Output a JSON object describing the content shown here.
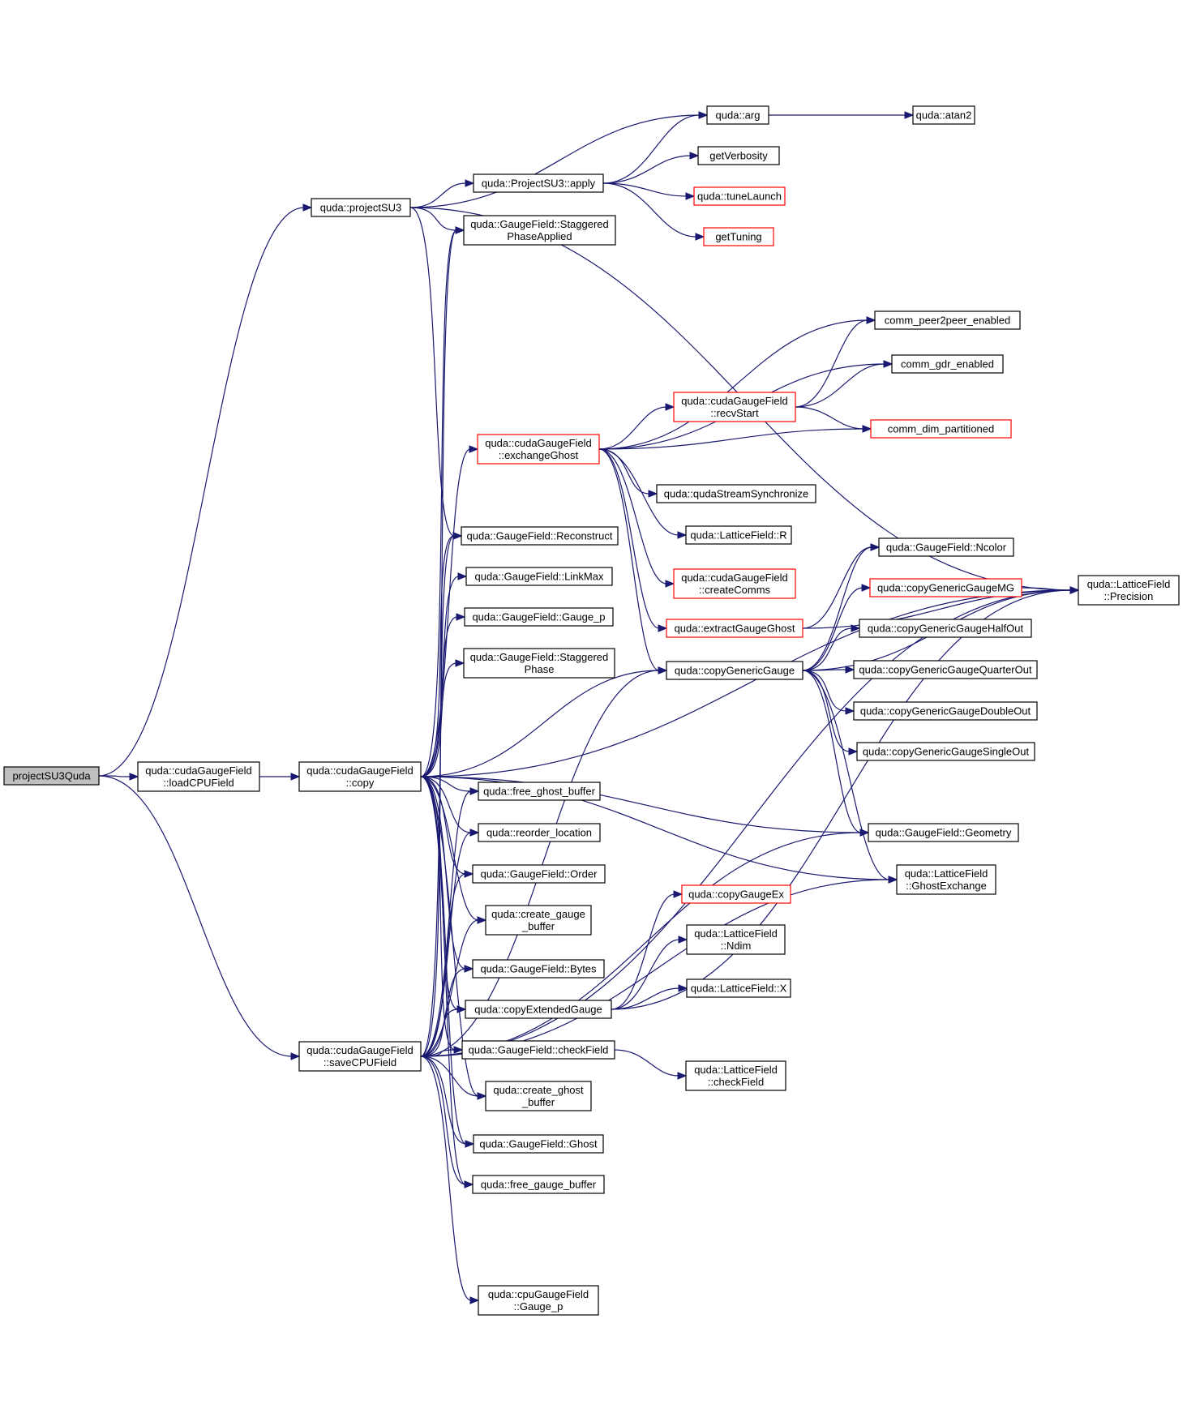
{
  "colors": {
    "edge": "#191970",
    "border_default": "#000000",
    "border_truncated": "#ff0000",
    "root_fill": "#bfbfbf",
    "node_fill": "#ffffff"
  },
  "nodes": [
    {
      "id": "root",
      "lines": [
        "projectSU3Quda"
      ],
      "style": "root"
    },
    {
      "id": "loadcpu",
      "lines": [
        "quda::cudaGaugeField",
        "::loadCPUField"
      ]
    },
    {
      "id": "savecpu",
      "lines": [
        "quda::cudaGaugeField",
        "::saveCPUField"
      ]
    },
    {
      "id": "projectsu3",
      "lines": [
        "quda::projectSU3"
      ]
    },
    {
      "id": "copy",
      "lines": [
        "quda::cudaGaugeField",
        "::copy"
      ]
    },
    {
      "id": "arg",
      "lines": [
        "quda::arg"
      ]
    },
    {
      "id": "atan2",
      "lines": [
        "quda::atan2"
      ]
    },
    {
      "id": "apply",
      "lines": [
        "quda::ProjectSU3::apply"
      ]
    },
    {
      "id": "getverbosity",
      "lines": [
        "getVerbosity"
      ]
    },
    {
      "id": "tunelaunch",
      "lines": [
        "quda::tuneLaunch"
      ],
      "style": "red"
    },
    {
      "id": "gettuning",
      "lines": [
        "getTuning"
      ],
      "style": "red"
    },
    {
      "id": "stagphaseapplied",
      "lines": [
        "quda::GaugeField::Staggered",
        "PhaseApplied"
      ]
    },
    {
      "id": "precision",
      "lines": [
        "quda::LatticeField",
        "::Precision"
      ]
    },
    {
      "id": "p2p",
      "lines": [
        "comm_peer2peer_enabled"
      ]
    },
    {
      "id": "gdr",
      "lines": [
        "comm_gdr_enabled"
      ]
    },
    {
      "id": "recvstart",
      "lines": [
        "quda::cudaGaugeField",
        "::recvStart"
      ],
      "style": "red"
    },
    {
      "id": "dimpart",
      "lines": [
        "comm_dim_partitioned"
      ],
      "style": "red"
    },
    {
      "id": "exchangeghost",
      "lines": [
        "quda::cudaGaugeField",
        "::exchangeGhost"
      ],
      "style": "red"
    },
    {
      "id": "streamsync",
      "lines": [
        "quda::qudaStreamSynchronize"
      ]
    },
    {
      "id": "lfr",
      "lines": [
        "quda::LatticeField::R"
      ]
    },
    {
      "id": "reconstruct",
      "lines": [
        "quda::GaugeField::Reconstruct"
      ]
    },
    {
      "id": "linkmax",
      "lines": [
        "quda::GaugeField::LinkMax"
      ]
    },
    {
      "id": "gaugep",
      "lines": [
        "quda::GaugeField::Gauge_p"
      ]
    },
    {
      "id": "stagphase",
      "lines": [
        "quda::GaugeField::Staggered",
        "Phase"
      ]
    },
    {
      "id": "createcomms",
      "lines": [
        "quda::cudaGaugeField",
        "::createComms"
      ],
      "style": "red"
    },
    {
      "id": "ncolor",
      "lines": [
        "quda::GaugeField::Ncolor"
      ]
    },
    {
      "id": "cgmg",
      "lines": [
        "quda::copyGenericGaugeMG"
      ],
      "style": "red"
    },
    {
      "id": "extractghost",
      "lines": [
        "quda::extractGaugeGhost"
      ],
      "style": "red"
    },
    {
      "id": "cghalf",
      "lines": [
        "quda::copyGenericGaugeHalfOut"
      ]
    },
    {
      "id": "copygeneric",
      "lines": [
        "quda::copyGenericGauge"
      ]
    },
    {
      "id": "cgquarter",
      "lines": [
        "quda::copyGenericGaugeQuarterOut"
      ]
    },
    {
      "id": "cgdouble",
      "lines": [
        "quda::copyGenericGaugeDoubleOut"
      ]
    },
    {
      "id": "cgsingle",
      "lines": [
        "quda::copyGenericGaugeSingleOut"
      ]
    },
    {
      "id": "freeghost",
      "lines": [
        "quda::free_ghost_buffer"
      ]
    },
    {
      "id": "reorder",
      "lines": [
        "quda::reorder_location"
      ]
    },
    {
      "id": "geometry",
      "lines": [
        "quda::GaugeField::Geometry"
      ]
    },
    {
      "id": "ghostexchange",
      "lines": [
        "quda::LatticeField",
        "::GhostExchange"
      ]
    },
    {
      "id": "order",
      "lines": [
        "quda::GaugeField::Order"
      ]
    },
    {
      "id": "copygaugeex",
      "lines": [
        "quda::copyGaugeEx"
      ],
      "style": "red"
    },
    {
      "id": "creategauge",
      "lines": [
        "quda::create_gauge",
        "_buffer"
      ]
    },
    {
      "id": "ndim",
      "lines": [
        "quda::LatticeField",
        "::Ndim"
      ]
    },
    {
      "id": "bytes",
      "lines": [
        "quda::GaugeField::Bytes"
      ]
    },
    {
      "id": "lfx",
      "lines": [
        "quda::LatticeField::X"
      ]
    },
    {
      "id": "copyext",
      "lines": [
        "quda::copyExtendedGauge"
      ]
    },
    {
      "id": "checkfield",
      "lines": [
        "quda::GaugeField::checkField"
      ]
    },
    {
      "id": "lfcheck",
      "lines": [
        "quda::LatticeField",
        "::checkField"
      ]
    },
    {
      "id": "createghost",
      "lines": [
        "quda::create_ghost",
        "_buffer"
      ]
    },
    {
      "id": "ghost",
      "lines": [
        "quda::GaugeField::Ghost"
      ]
    },
    {
      "id": "freegauge",
      "lines": [
        "quda::free_gauge_buffer"
      ]
    },
    {
      "id": "cpugaugep",
      "lines": [
        "quda::cpuGaugeField",
        "::Gauge_p"
      ]
    }
  ],
  "edges": [
    [
      "root",
      "projectsu3"
    ],
    [
      "root",
      "loadcpu"
    ],
    [
      "root",
      "savecpu"
    ],
    [
      "projectsu3",
      "arg"
    ],
    [
      "projectsu3",
      "apply"
    ],
    [
      "projectsu3",
      "stagphaseapplied"
    ],
    [
      "projectsu3",
      "precision"
    ],
    [
      "projectsu3",
      "reconstruct"
    ],
    [
      "arg",
      "atan2"
    ],
    [
      "apply",
      "arg"
    ],
    [
      "apply",
      "getverbosity"
    ],
    [
      "apply",
      "tunelaunch"
    ],
    [
      "apply",
      "gettuning"
    ],
    [
      "loadcpu",
      "copy"
    ],
    [
      "copy",
      "stagphaseapplied"
    ],
    [
      "copy",
      "exchangeghost"
    ],
    [
      "copy",
      "precision"
    ],
    [
      "copy",
      "reconstruct"
    ],
    [
      "copy",
      "linkmax"
    ],
    [
      "copy",
      "gaugep"
    ],
    [
      "copy",
      "stagphase"
    ],
    [
      "copy",
      "copygeneric"
    ],
    [
      "copy",
      "freeghost"
    ],
    [
      "copy",
      "reorder"
    ],
    [
      "copy",
      "order"
    ],
    [
      "copy",
      "creategauge"
    ],
    [
      "copy",
      "bytes"
    ],
    [
      "copy",
      "copyext"
    ],
    [
      "copy",
      "checkfield"
    ],
    [
      "copy",
      "createghost"
    ],
    [
      "copy",
      "ghost"
    ],
    [
      "copy",
      "freegauge"
    ],
    [
      "copy",
      "geometry"
    ],
    [
      "copy",
      "ghostexchange"
    ],
    [
      "exchangeghost",
      "p2p"
    ],
    [
      "exchangeghost",
      "gdr"
    ],
    [
      "exchangeghost",
      "recvstart"
    ],
    [
      "exchangeghost",
      "dimpart"
    ],
    [
      "exchangeghost",
      "streamsync"
    ],
    [
      "exchangeghost",
      "lfr"
    ],
    [
      "exchangeghost",
      "createcomms"
    ],
    [
      "exchangeghost",
      "extractghost"
    ],
    [
      "exchangeghost",
      "copygeneric"
    ],
    [
      "recvstart",
      "p2p"
    ],
    [
      "recvstart",
      "gdr"
    ],
    [
      "recvstart",
      "dimpart"
    ],
    [
      "extractghost",
      "precision"
    ],
    [
      "extractghost",
      "ncolor"
    ],
    [
      "copygeneric",
      "ncolor"
    ],
    [
      "copygeneric",
      "cgmg"
    ],
    [
      "copygeneric",
      "cghalf"
    ],
    [
      "copygeneric",
      "cgquarter"
    ],
    [
      "copygeneric",
      "cgdouble"
    ],
    [
      "copygeneric",
      "cgsingle"
    ],
    [
      "copygeneric",
      "precision"
    ],
    [
      "copygeneric",
      "geometry"
    ],
    [
      "copygeneric",
      "ghostexchange"
    ],
    [
      "cgmg",
      "precision"
    ],
    [
      "copyext",
      "copygaugeex"
    ],
    [
      "copyext",
      "ndim"
    ],
    [
      "copyext",
      "lfx"
    ],
    [
      "copyext",
      "precision"
    ],
    [
      "checkfield",
      "lfcheck"
    ],
    [
      "savecpu",
      "stagphaseapplied"
    ],
    [
      "savecpu",
      "reconstruct"
    ],
    [
      "savecpu",
      "freeghost"
    ],
    [
      "savecpu",
      "reorder"
    ],
    [
      "savecpu",
      "order"
    ],
    [
      "savecpu",
      "creategauge"
    ],
    [
      "savecpu",
      "bytes"
    ],
    [
      "savecpu",
      "copyext"
    ],
    [
      "savecpu",
      "checkfield"
    ],
    [
      "savecpu",
      "createghost"
    ],
    [
      "savecpu",
      "ghost"
    ],
    [
      "savecpu",
      "freegauge"
    ],
    [
      "savecpu",
      "cpugaugep"
    ],
    [
      "savecpu",
      "copygeneric"
    ],
    [
      "savecpu",
      "geometry"
    ],
    [
      "savecpu",
      "ghostexchange"
    ],
    [
      "savecpu",
      "precision"
    ]
  ]
}
